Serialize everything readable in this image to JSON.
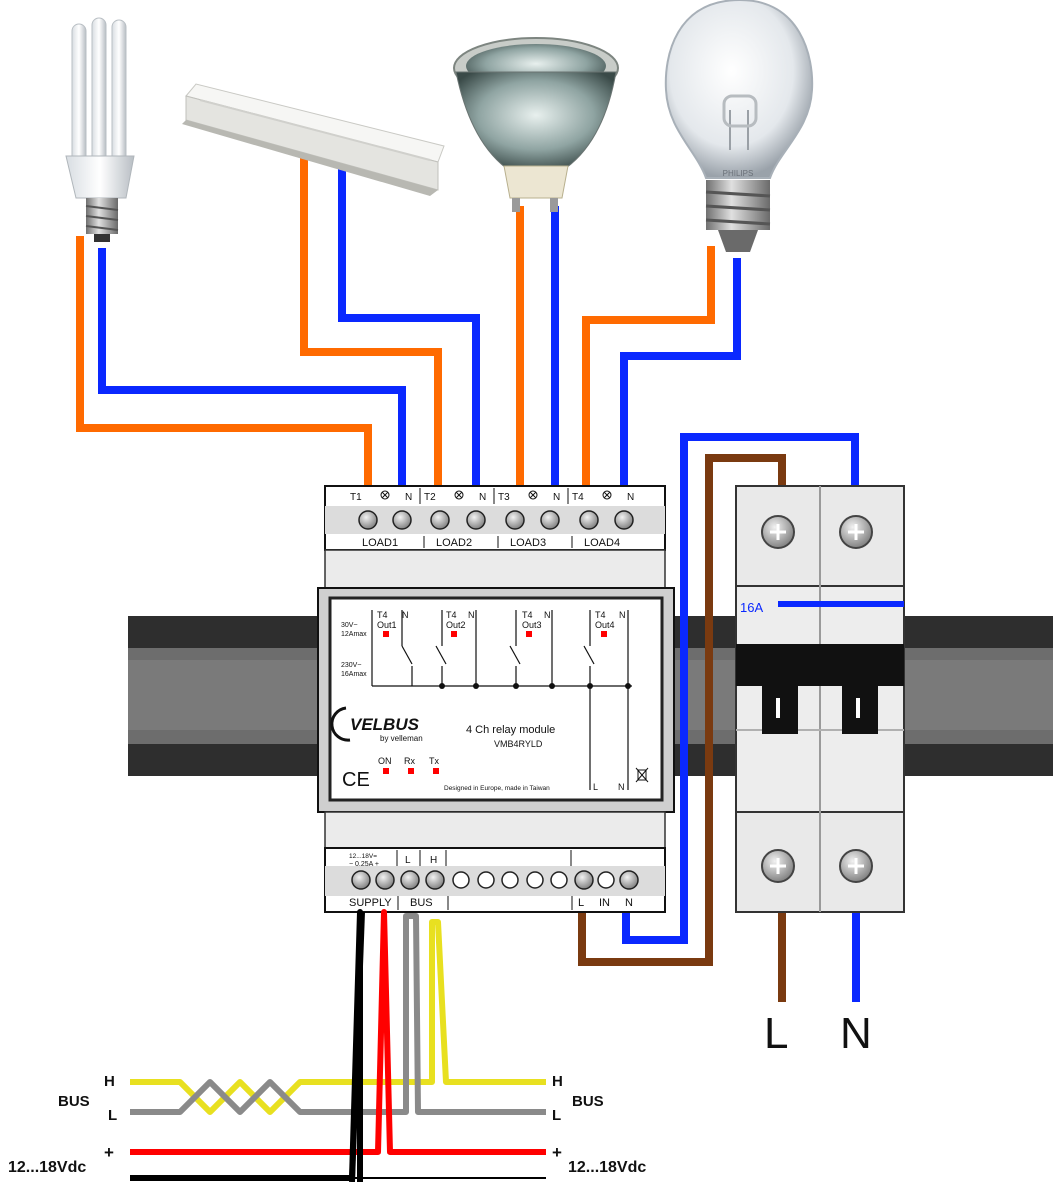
{
  "module": {
    "load_terminal_labels": [
      "T1",
      "N",
      "T2",
      "N",
      "T3",
      "N",
      "T4",
      "N"
    ],
    "load_labels": [
      "LOAD1",
      "LOAD2",
      "LOAD3",
      "LOAD4"
    ],
    "spec_top": "30V~",
    "spec_top2": "12Amax",
    "spec_mid": "230V~",
    "spec_mid2": "16Amax",
    "channels": [
      {
        "t": "T4",
        "out": "Out1",
        "n": "N"
      },
      {
        "t": "T4",
        "out": "Out2",
        "n": "N"
      },
      {
        "t": "T4",
        "out": "Out3",
        "n": "N"
      },
      {
        "t": "T4",
        "out": "Out4",
        "n": "N"
      }
    ],
    "brand": "VELBUS",
    "brand_sub": "by velleman",
    "title": "4 Ch relay module",
    "model": "VMB4RYLD",
    "leds": [
      "ON",
      "Rx",
      "Tx"
    ],
    "footer": "Designed in Europe, made in Taiwan",
    "ce_mark": "CE",
    "inner_l": "L",
    "inner_n": "N",
    "supply_spec_top": "12...18V=",
    "supply_spec_bottom": "− 0.25A +",
    "bottom_top_labels": [
      "L",
      "H"
    ],
    "supply_label": "SUPPLY",
    "bus_label": "BUS",
    "mains_labels": [
      "L",
      "IN",
      "N"
    ]
  },
  "breaker": {
    "rating": "16A"
  },
  "mains": {
    "l": "L",
    "n": "N"
  },
  "bus_left": {
    "label": "BUS",
    "h": "H",
    "l": "L",
    "plus": "+",
    "voltage": "12...18Vdc"
  },
  "bus_right": {
    "label": "BUS",
    "h": "H",
    "l": "L",
    "plus": "+",
    "voltage": "12...18Vdc"
  },
  "lamp_brand": "PHILIPS",
  "colors": {
    "live": "#ff6a00",
    "neutral": "#0a28ff",
    "brown": "#7a3a10",
    "bus_h": "#e8e020",
    "bus_l": "#8a8a8a",
    "plus": "#ff0000",
    "minus": "#000000",
    "led": "#ff0000"
  }
}
